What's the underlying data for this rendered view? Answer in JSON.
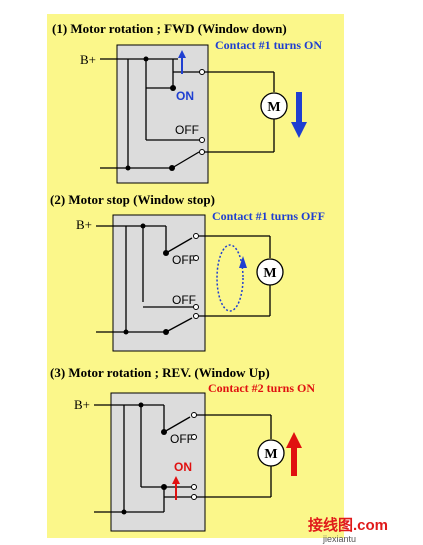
{
  "colors": {
    "panel_bg": "#fbf78a",
    "box_fill": "#dcdcdc",
    "wire": "#000000",
    "blue": "#1f3fd1",
    "red": "#e01010",
    "watermark_red": "#e01a1a",
    "watermark_green": "#1e9d2a"
  },
  "panels": [
    {
      "title": "(1) Motor rotation ; FWD (Window down)",
      "contact_text": "Contact #1 turns ON",
      "supply_label": "B+",
      "upper_switch_label": "ON",
      "lower_switch_label": "OFF",
      "motor_label": "M",
      "arrow_direction": "down"
    },
    {
      "title": "(2) Motor stop (Window stop)",
      "contact_text": "Contact #1 turns OFF",
      "supply_label": "B+",
      "upper_switch_label": "OFF",
      "lower_switch_label": "OFF",
      "motor_label": "M",
      "arrow_direction": "none"
    },
    {
      "title": "(3) Motor rotation ; REV. (Window Up)",
      "contact_text": "Contact #2 turns ON",
      "supply_label": "B+",
      "upper_switch_label": "OFF",
      "lower_switch_label": "ON",
      "motor_label": "M",
      "arrow_direction": "up"
    }
  ],
  "watermark": {
    "main": "接线图.com",
    "sub": "jiexiantu"
  }
}
